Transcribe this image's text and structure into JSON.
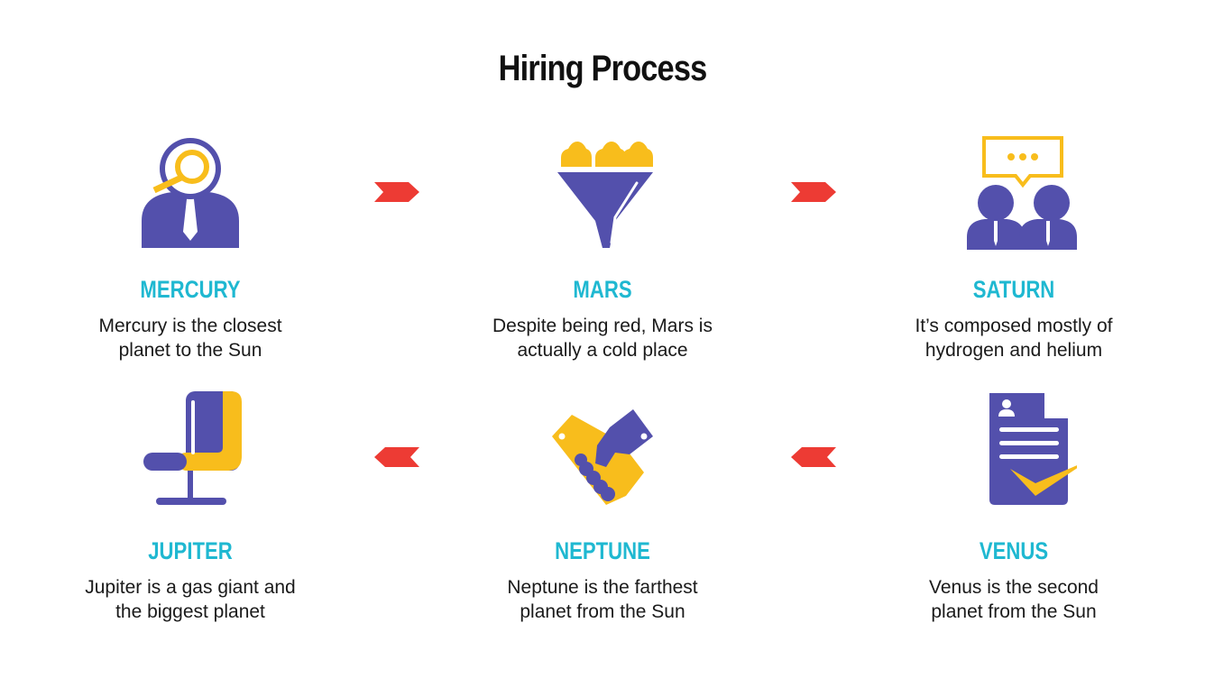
{
  "title": "Hiring Process",
  "colors": {
    "primary_purple": "#5350ac",
    "accent_yellow": "#f8bd1c",
    "heading_cyan": "#1fb8d1",
    "arrow_red": "#ed3b34",
    "text": "#1a1a1a"
  },
  "steps": [
    {
      "id": "mercury",
      "icon": "candidate-search-icon",
      "heading": "MERCURY",
      "line1": "Mercury is the closest",
      "line2": "planet to the Sun"
    },
    {
      "id": "mars",
      "icon": "funnel-filter-icon",
      "heading": "MARS",
      "line1": "Despite being red, Mars is",
      "line2": "actually a cold place"
    },
    {
      "id": "saturn",
      "icon": "interview-chat-icon",
      "heading": "SATURN",
      "line1": "It’s composed mostly of",
      "line2": "hydrogen and helium"
    },
    {
      "id": "venus",
      "icon": "resume-approved-icon",
      "heading": "VENUS",
      "line1": "Venus is the second",
      "line2": "planet from the Sun"
    },
    {
      "id": "neptune",
      "icon": "handshake-icon",
      "heading": "NEPTUNE",
      "line1": "Neptune is the farthest",
      "line2": "planet from the Sun"
    },
    {
      "id": "jupiter",
      "icon": "chair-icon",
      "heading": "JUPITER",
      "line1": "Jupiter is a gas giant and",
      "line2": "the biggest planet"
    }
  ],
  "arrows": [
    {
      "from": "mercury",
      "to": "mars",
      "direction": "right"
    },
    {
      "from": "mars",
      "to": "saturn",
      "direction": "right"
    },
    {
      "from": "venus",
      "to": "neptune",
      "direction": "left"
    },
    {
      "from": "neptune",
      "to": "jupiter",
      "direction": "left"
    }
  ]
}
